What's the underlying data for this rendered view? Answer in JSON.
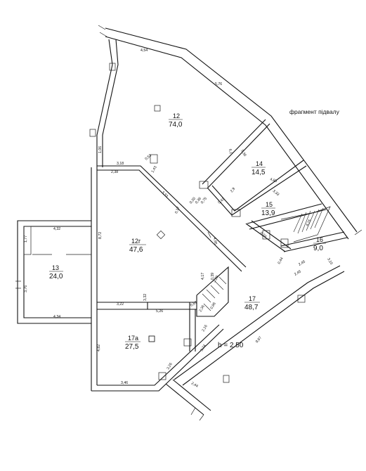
{
  "caption": "фрагмент підвалу",
  "height_note": "h = 2.50",
  "rooms": [
    {
      "num": "12",
      "area": "74,0"
    },
    {
      "num": "12г",
      "area": "47,6"
    },
    {
      "num": "13",
      "area": "24,0"
    },
    {
      "num": "14",
      "area": "14,5"
    },
    {
      "num": "15",
      "area": "13,9"
    },
    {
      "num": "16",
      "area": "9,0"
    },
    {
      "num": "17",
      "area": "48,7"
    },
    {
      "num": "17а",
      "area": "27,5"
    }
  ],
  "dims": [
    "4,54",
    "5,76",
    "3,18",
    "0,53",
    "1,43",
    "2,38",
    "3,33",
    "6,1",
    "5,36",
    "4,83",
    "2,9",
    "0,43",
    "3,33",
    "4,25",
    "0,74",
    "3,15",
    "2,45",
    "0,44",
    "2,45",
    "0,17",
    "4,95",
    "0,20",
    "0,36",
    "0,75",
    "4,32",
    "1,77",
    "8,72",
    "3,76",
    "4,34",
    "3,22",
    "3,32",
    "5,26",
    "0,87",
    "4,17",
    "0,39",
    "2,36",
    "0,86",
    "2,16",
    "3,74",
    "4,82",
    "3,26",
    "3,46",
    "2,44",
    "9,87",
    "1,06",
    "3,29"
  ]
}
